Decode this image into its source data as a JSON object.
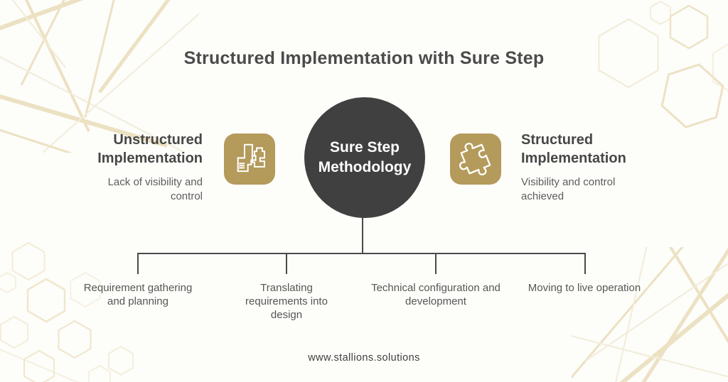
{
  "title": "Structured Implementation with Sure Step",
  "center_node": {
    "line1": "Sure Step",
    "line2": "Methodology"
  },
  "left_card": {
    "heading": "Unstructured Implementation",
    "description": "Lack of visibility and control",
    "icon": "mismatched-blocks-icon"
  },
  "right_card": {
    "heading": "Structured Implementation",
    "description": "Visibility and control achieved",
    "icon": "puzzle-piece-icon"
  },
  "branches": [
    {
      "label": "Requirement gathering and planning"
    },
    {
      "label": "Translating requirements into design"
    },
    {
      "label": "Technical configuration and development"
    },
    {
      "label": "Moving to live operation"
    }
  ],
  "footer": {
    "website": "www.stallions.solutions"
  },
  "colors": {
    "gold": "#b49a5b",
    "circle": "#404040",
    "line": "#4a4a4a",
    "deco": "#ece1c2",
    "deco_light": "#f2ecda"
  }
}
